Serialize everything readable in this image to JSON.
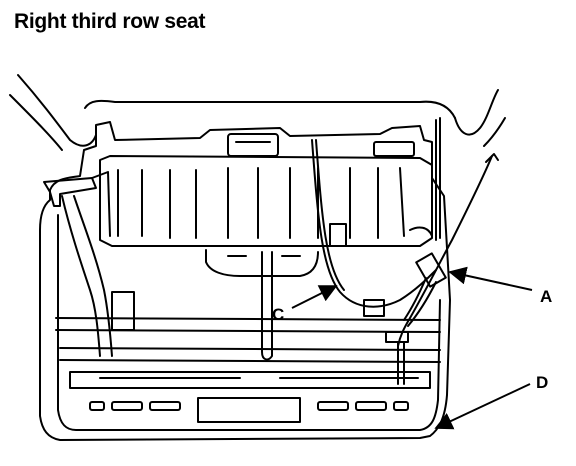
{
  "title": "Right third row seat",
  "callouts": {
    "a": "A",
    "c": "C",
    "d": "D"
  },
  "colors": {
    "ink": "#000000",
    "paper": "#ffffff"
  }
}
